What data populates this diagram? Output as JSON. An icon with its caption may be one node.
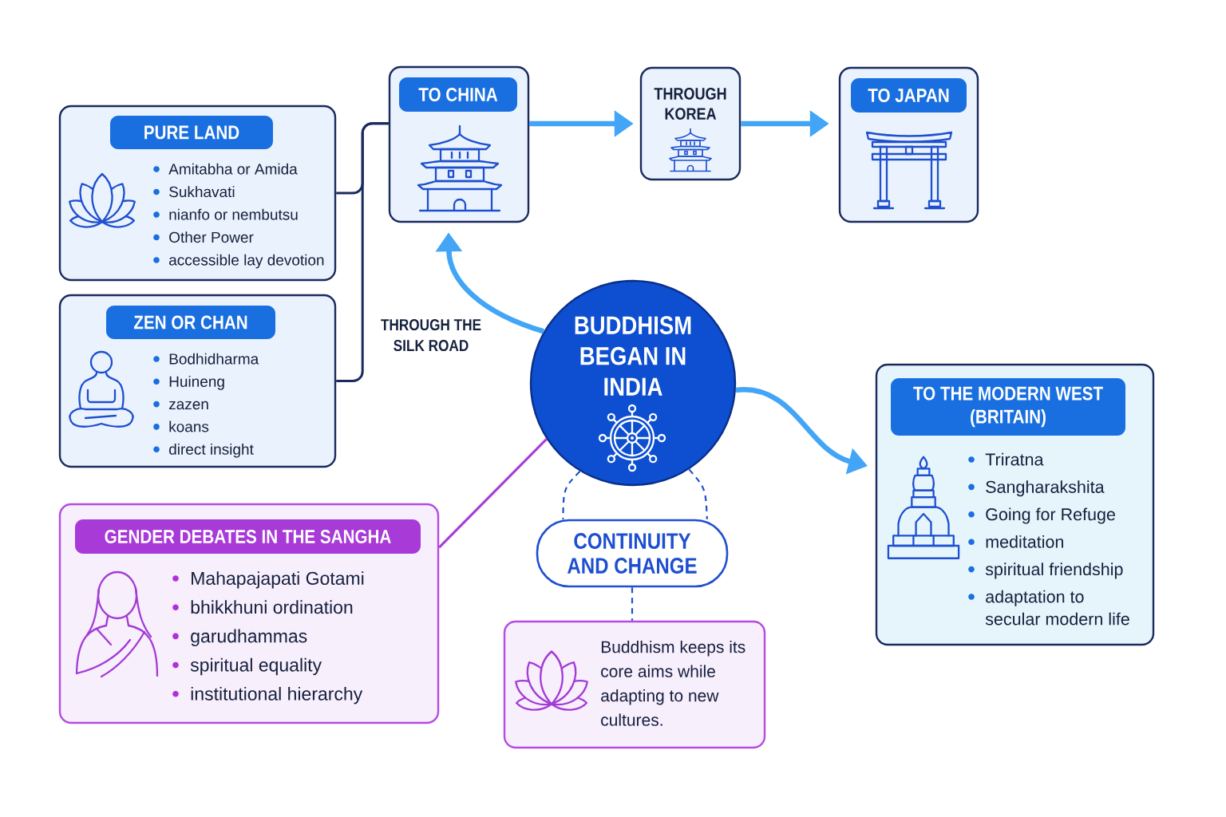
{
  "diagram": {
    "nodes": [
      {
        "text": [
          "TO CHINA"
        ]
      },
      {
        "text": [
          "THROUGH KOREA"
        ]
      },
      {
        "text": [
          "TO JAPAN"
        ]
      },
      {
        "text": [
          "PURE LAND",
          "Amitabha or Amida",
          "Sukhavati",
          "nianfo or nembutsu",
          "Other Power",
          "accessible lay devotion"
        ]
      },
      {
        "text": [
          "ZEN OR CHAN",
          "Bodhidharma",
          "Huineng",
          "zazen",
          "koans",
          "direct insight"
        ]
      },
      {
        "text": [
          "BUDDHISM BEGAN IN INDIA"
        ]
      },
      {
        "text": [
          "TO THE MODERN WEST (BRITAIN)",
          "Triratna",
          "Sangharakshita",
          "Going for Refuge",
          "meditation",
          "spiritual friendship",
          "adaptation to secular modern life"
        ]
      },
      {
        "text": [
          "GENDER DEBATES IN THE SANGHA",
          "Mahapajapati Gotami",
          "bhikkhuni ordination",
          "garudhammas",
          "spiritual equality",
          "institutional hierarchy"
        ]
      },
      {
        "text": [
          "CONTINUITY AND CHANGE"
        ]
      },
      {
        "text": [
          "Buddhism keeps its core aims while adapting to new cultures."
        ]
      }
    ],
    "edges": [
      {
        "from": 5,
        "to": 0,
        "arrow": "to",
        "label": "THROUGH THE SILK ROAD",
        "style": "thick"
      },
      {
        "from": 0,
        "to": 1,
        "arrow": "to",
        "style": "thick"
      },
      {
        "from": 1,
        "to": 2,
        "arrow": "to",
        "style": "thick"
      },
      {
        "from": 5,
        "to": 6,
        "arrow": "to",
        "style": "thick"
      },
      {
        "from": 3,
        "to": 0,
        "arrow": "none",
        "color": "#1b2a5e"
      },
      {
        "from": 4,
        "to": 0,
        "arrow": "none",
        "color": "#1b2a5e"
      },
      {
        "from": 5,
        "to": 7,
        "arrow": "none",
        "color": "#a83ad8"
      },
      {
        "from": 5,
        "to": 8,
        "arrow": "none",
        "style": "dashed",
        "color": "#1e4fd0"
      },
      {
        "from": 5,
        "to": 8,
        "arrow": "none",
        "style": "dashed",
        "color": "#1e4fd0"
      },
      {
        "from": 8,
        "to": 9,
        "arrow": "none",
        "style": "dashed",
        "color": "#1e4fd0"
      }
    ]
  }
}
